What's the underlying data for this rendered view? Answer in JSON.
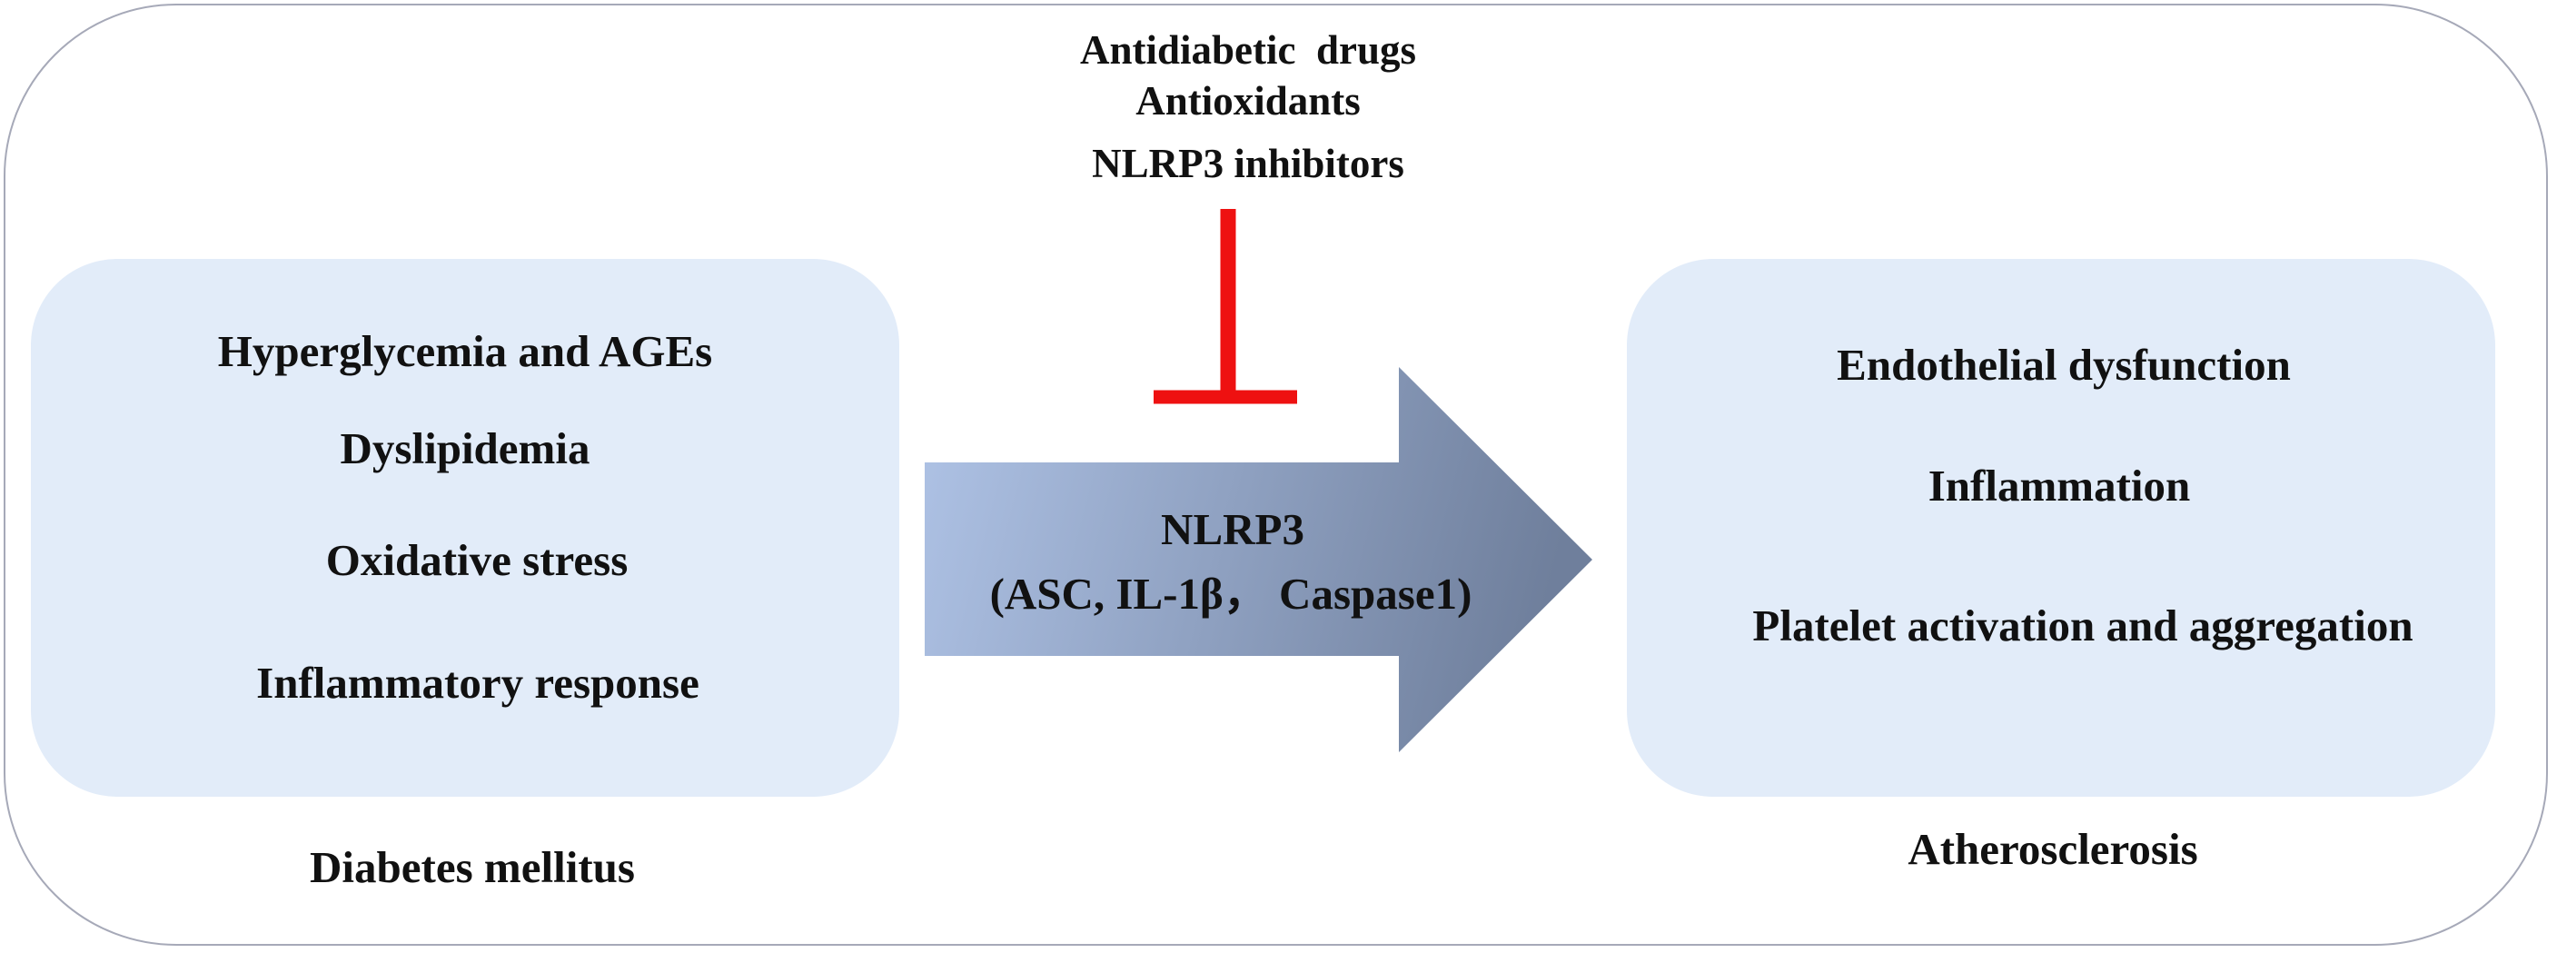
{
  "interventions": [
    "Antidiabetic  drugs",
    "Antioxidants",
    "NLRP3 inhibitors"
  ],
  "left_panel": {
    "items": [
      "Hyperglycemia and AGEs",
      "Dyslipidemia",
      "Oxidative stress",
      "Inflammatory response"
    ],
    "caption": "Diabetes mellitus"
  },
  "arrow": {
    "line1": "NLRP3",
    "line2": "(ASC, IL-1β， Caspase1)"
  },
  "right_panel": {
    "items": [
      "Endothelial dysfunction",
      "Inflammation",
      "Platelet activation and aggregation"
    ],
    "caption": "Atherosclerosis"
  },
  "colors": {
    "panel_fill": "#e2ecf9",
    "inhibitor": "#ee1111",
    "arrow_start": "#afc3e6",
    "arrow_end": "#6f7f9c",
    "frame": "#a6a9b8"
  }
}
